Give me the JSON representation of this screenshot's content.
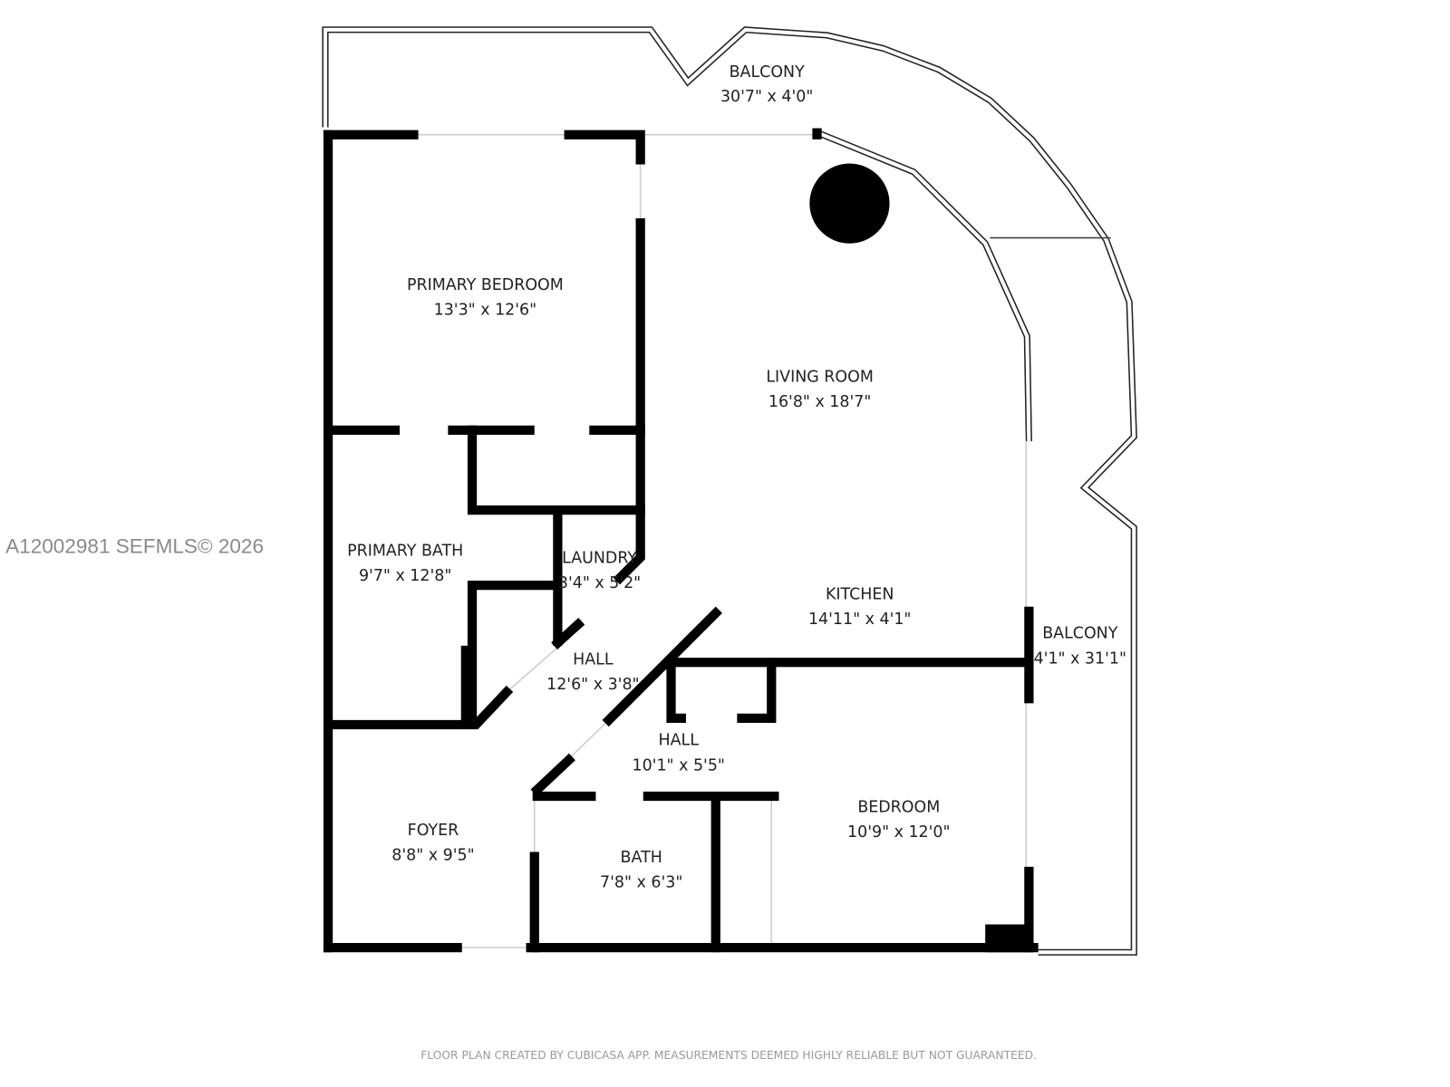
{
  "rooms": [
    {
      "name": "BALCONY",
      "size": "30'7\" x 4'0\""
    },
    {
      "name": "PRIMARY BEDROOM",
      "size": "13'3\" x 12'6\""
    },
    {
      "name": "LIVING ROOM",
      "size": "16'8\" x 18'7\""
    },
    {
      "name": "PRIMARY BATH",
      "size": "9'7\" x 12'8\""
    },
    {
      "name": "LAUNDRY",
      "size": "3'4\" x 5'2\""
    },
    {
      "name": "KITCHEN",
      "size": "14'11\" x 4'1\""
    },
    {
      "name": "BALCONY",
      "size": "4'1\" x 31'1\""
    },
    {
      "name": "HALL",
      "size": "12'6\" x 3'8\""
    },
    {
      "name": "HALL",
      "size": "10'1\" x 5'5\""
    },
    {
      "name": "FOYER",
      "size": "8'8\" x 9'5\""
    },
    {
      "name": "BATH",
      "size": "7'8\" x 6'3\""
    },
    {
      "name": "BEDROOM",
      "size": "10'9\" x 12'0\""
    }
  ],
  "watermark": "A12002981  SEFMLS© 2026",
  "footer": "FLOOR PLAN CREATED BY CUBICASA APP. MEASUREMENTS DEEMED HIGHLY RELIABLE BUT NOT GUARANTEED."
}
